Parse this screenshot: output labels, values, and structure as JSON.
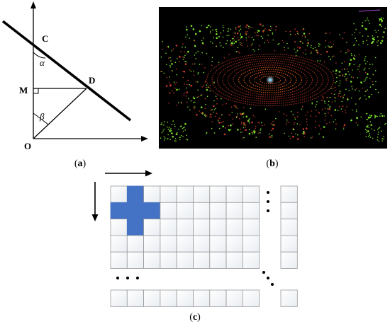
{
  "panel_a": {
    "point_labels": {
      "c": "C",
      "d": "D",
      "m": "M",
      "o": "O"
    },
    "angle_labels": {
      "alpha": "α",
      "beta": "β"
    }
  },
  "captions": {
    "a": {
      "open": "(",
      "letter": "a",
      "close": ")"
    },
    "b": {
      "open": "(",
      "letter": "b",
      "close": ")"
    },
    "c": {
      "open": "(",
      "letter": "c",
      "close": ")"
    }
  },
  "panel_c": {
    "main_grid": {
      "columns": 9,
      "rows": 5
    },
    "bottom_row_columns": 9,
    "highlight_color": "#4472C4",
    "highlight_cells": [
      [
        0,
        1
      ],
      [
        1,
        0
      ],
      [
        1,
        1
      ],
      [
        1,
        2
      ],
      [
        2,
        1
      ]
    ],
    "direction_arrows": [
      "arrow-right-icon",
      "arrow-down-icon"
    ],
    "continuation_dots": [
      "horizontal-ellipsis",
      "vertical-ellipsis",
      "diagonal-ellipsis"
    ]
  },
  "colors": {
    "pointcloud_bg": "#000000",
    "ring_color": "#e25a1c",
    "near_points": "#c0392b",
    "far_points": "#7be02b",
    "grid_line": "#999999"
  }
}
